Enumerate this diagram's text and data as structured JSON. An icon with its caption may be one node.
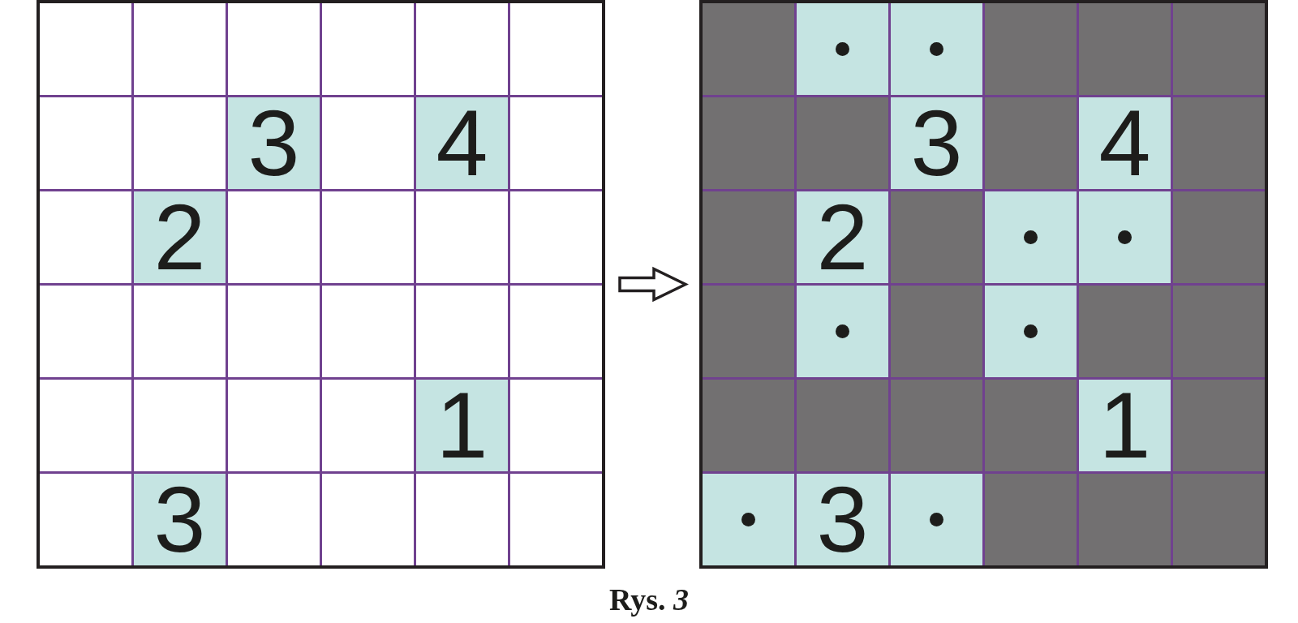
{
  "diagram": {
    "caption": "Rys. *3*",
    "nodes": [
      {
        "text": [],
        "shape": "grid"
      },
      {
        "text": [],
        "shape": "box",
        "in": 0
      },
      {
        "text": [],
        "shape": "box",
        "in": 0
      },
      {
        "text": [],
        "shape": "box",
        "in": 0
      },
      {
        "text": [],
        "shape": "box",
        "in": 0
      },
      {
        "text": [],
        "shape": "box",
        "in": 0
      },
      {
        "text": [],
        "shape": "box",
        "in": 0
      },
      {
        "text": [],
        "shape": "box",
        "in": 0
      },
      {
        "text": [],
        "shape": "box",
        "in": 0
      },
      {
        "text": [
          "3"
        ],
        "in": 0
      },
      {
        "text": [],
        "shape": "box",
        "in": 0
      },
      {
        "text": [
          "4"
        ],
        "in": 0
      },
      {
        "text": [],
        "shape": "box",
        "in": 0
      },
      {
        "text": [],
        "shape": "box",
        "in": 0
      },
      {
        "text": [
          "2"
        ],
        "in": 0
      },
      {
        "text": [],
        "shape": "box",
        "in": 0
      },
      {
        "text": [],
        "shape": "box",
        "in": 0
      },
      {
        "text": [],
        "shape": "box",
        "in": 0
      },
      {
        "text": [],
        "shape": "box",
        "in": 0
      },
      {
        "text": [],
        "shape": "box",
        "in": 0
      },
      {
        "text": [],
        "shape": "box",
        "in": 0
      },
      {
        "text": [],
        "shape": "box",
        "in": 0
      },
      {
        "text": [],
        "shape": "box",
        "in": 0
      },
      {
        "text": [],
        "shape": "box",
        "in": 0
      },
      {
        "text": [],
        "shape": "box",
        "in": 0
      },
      {
        "text": [],
        "shape": "box",
        "in": 0
      },
      {
        "text": [],
        "shape": "box",
        "in": 0
      },
      {
        "text": [],
        "shape": "box",
        "in": 0
      },
      {
        "text": [],
        "shape": "box",
        "in": 0
      },
      {
        "text": [
          "1"
        ],
        "in": 0
      },
      {
        "text": [],
        "shape": "box",
        "in": 0
      },
      {
        "text": [],
        "shape": "box",
        "in": 0
      },
      {
        "text": [
          "3"
        ],
        "in": 0
      },
      {
        "text": [],
        "shape": "box",
        "in": 0
      },
      {
        "text": [],
        "shape": "box",
        "in": 0
      },
      {
        "text": [],
        "shape": "box",
        "in": 0
      },
      {
        "text": [],
        "shape": "box",
        "in": 0
      },
      {
        "text": [],
        "shape": "grid"
      },
      {
        "text": [],
        "shape": "box",
        "in": 37
      },
      {
        "text": [],
        "shape": "dot",
        "in": 37
      },
      {
        "text": [],
        "shape": "dot",
        "in": 37
      },
      {
        "text": [],
        "shape": "box",
        "in": 37
      },
      {
        "text": [],
        "shape": "box",
        "in": 37
      },
      {
        "text": [],
        "shape": "box",
        "in": 37
      },
      {
        "text": [],
        "shape": "box",
        "in": 37
      },
      {
        "text": [],
        "shape": "box",
        "in": 37
      },
      {
        "text": [
          "3"
        ],
        "in": 37
      },
      {
        "text": [],
        "shape": "box",
        "in": 37
      },
      {
        "text": [
          "4"
        ],
        "in": 37
      },
      {
        "text": [],
        "shape": "box",
        "in": 37
      },
      {
        "text": [],
        "shape": "box",
        "in": 37
      },
      {
        "text": [
          "2"
        ],
        "in": 37
      },
      {
        "text": [],
        "shape": "box",
        "in": 37
      },
      {
        "text": [],
        "shape": "dot",
        "in": 37
      },
      {
        "text": [],
        "shape": "dot",
        "in": 37
      },
      {
        "text": [],
        "shape": "box",
        "in": 37
      },
      {
        "text": [],
        "shape": "box",
        "in": 37
      },
      {
        "text": [],
        "shape": "dot",
        "in": 37
      },
      {
        "text": [],
        "shape": "box",
        "in": 37
      },
      {
        "text": [],
        "shape": "dot",
        "in": 37
      },
      {
        "text": [],
        "shape": "box",
        "in": 37
      },
      {
        "text": [],
        "shape": "box",
        "in": 37
      },
      {
        "text": [],
        "shape": "box",
        "in": 37
      },
      {
        "text": [],
        "shape": "box",
        "in": 37
      },
      {
        "text": [],
        "shape": "box",
        "in": 37
      },
      {
        "text": [],
        "shape": "box",
        "in": 37
      },
      {
        "text": [
          "1"
        ],
        "in": 37
      },
      {
        "text": [],
        "shape": "box",
        "in": 37
      },
      {
        "text": [],
        "shape": "dot",
        "in": 37
      },
      {
        "text": [
          "3"
        ],
        "in": 37
      },
      {
        "text": [],
        "shape": "dot",
        "in": 37
      },
      {
        "text": [],
        "shape": "box",
        "in": 37
      },
      {
        "text": [],
        "shape": "box",
        "in": 37
      },
      {
        "text": [],
        "shape": "box",
        "in": 37
      }
    ],
    "edges": [
      {
        "from": 0,
        "to": 37,
        "arrow": "to"
      }
    ]
  }
}
